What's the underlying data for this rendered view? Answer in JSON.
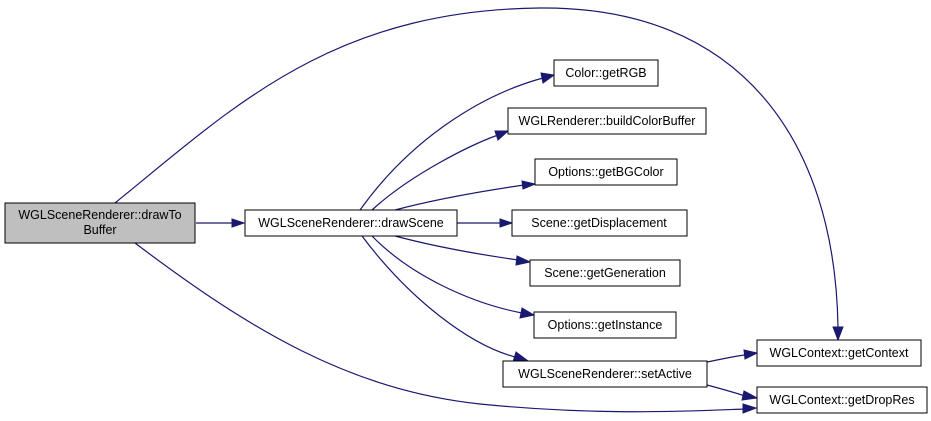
{
  "colors": {
    "highlight_fill": "#bfbfbf",
    "node_fill": "#ffffff",
    "edge": "#191970"
  },
  "nodes": {
    "root": {
      "label_line1": "WGLSceneRenderer::drawTo",
      "label_line2": "Buffer"
    },
    "drawScene": {
      "label": "WGLSceneRenderer::drawScene"
    },
    "getRGB": {
      "label": "Color::getRGB"
    },
    "buildColorBuffer": {
      "label": "WGLRenderer::buildColorBuffer"
    },
    "getBGColor": {
      "label": "Options::getBGColor"
    },
    "getDisplacement": {
      "label": "Scene::getDisplacement"
    },
    "getGeneration": {
      "label": "Scene::getGeneration"
    },
    "getInstance": {
      "label": "Options::getInstance"
    },
    "setActive": {
      "label": "WGLSceneRenderer::setActive"
    },
    "getContext": {
      "label": "WGLContext::getContext"
    },
    "getDropRes": {
      "label": "WGLContext::getDropRes"
    }
  },
  "edges": [
    {
      "from": "root",
      "to": "drawScene"
    },
    {
      "from": "root",
      "to": "getContext"
    },
    {
      "from": "root",
      "to": "getDropRes"
    },
    {
      "from": "drawScene",
      "to": "getRGB"
    },
    {
      "from": "drawScene",
      "to": "buildColorBuffer"
    },
    {
      "from": "drawScene",
      "to": "getBGColor"
    },
    {
      "from": "drawScene",
      "to": "getDisplacement"
    },
    {
      "from": "drawScene",
      "to": "getGeneration"
    },
    {
      "from": "drawScene",
      "to": "getInstance"
    },
    {
      "from": "drawScene",
      "to": "setActive"
    },
    {
      "from": "setActive",
      "to": "getContext"
    },
    {
      "from": "setActive",
      "to": "getDropRes"
    }
  ]
}
